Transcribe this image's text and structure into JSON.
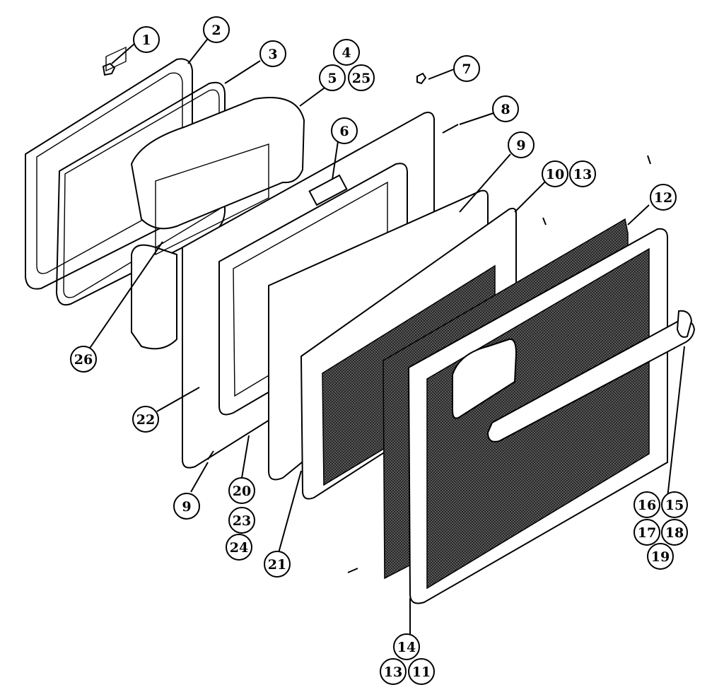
{
  "callouts": [
    "1",
    "2",
    "3",
    "4",
    "5",
    "25",
    "7",
    "8",
    "6",
    "9",
    "10",
    "13",
    "12",
    "26",
    "22",
    "9",
    "20",
    "23",
    "24",
    "21",
    "16",
    "15",
    "17",
    "18",
    "19",
    "14",
    "13",
    "11"
  ]
}
